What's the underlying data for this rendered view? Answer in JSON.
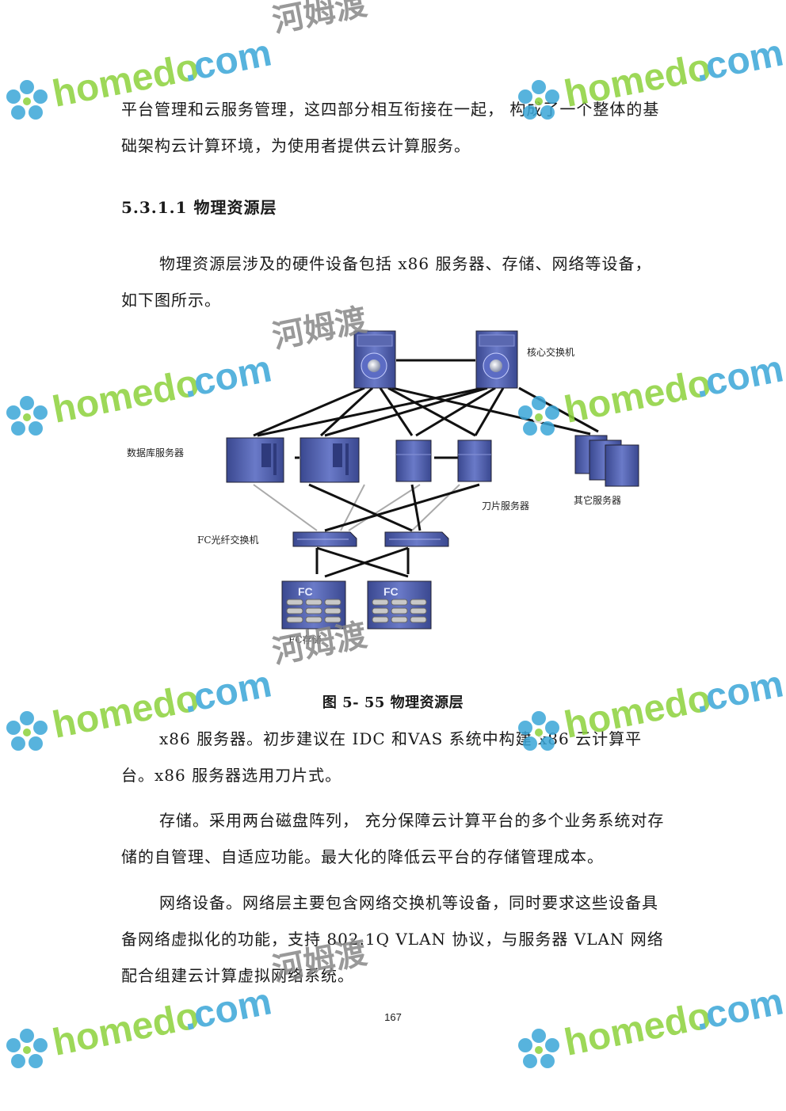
{
  "paragraphs": {
    "p1": "平台管理和云服务管理，这四部分相互衔接在一起，  构成了一个整体的基础架构云计算环境，为使用者提供云计算服务。",
    "p2": "物理资源层涉及的硬件设备包括 x86 服务器、存储、网络等设备，如下图所示。",
    "p3": "x86 服务器。初步建议在 IDC 和VAS 系统中构建 x86 云计算平台。x86 服务器选用刀片式。",
    "p4": "存储。采用两台磁盘阵列，  充分保障云计算平台的多个业务系统对存储的自管理、自适应功能。最大化的降低云平台的存储管理成本。",
    "p5": "网络设备。网络层主要包含网络交换机等设备，同时要求这些设备具备网络虚拟化的功能，支持 802.1Q VLAN 协议，与服务器 VLAN 网络配合组建云计算虚拟网络系统。"
  },
  "section_heading": "5.3.1.1 物理资源层",
  "figure": {
    "caption": "图 5- 55 物理资源层",
    "labels": {
      "core_switch": "核心交换机",
      "db_server": "数据库服务器",
      "blade_server": "刀片服务器",
      "other_server": "其它服务器",
      "fc_switch": "FC光纤交换机",
      "fc_storage": "FC存储",
      "fc_badge": "FC"
    }
  },
  "page_number": "167",
  "watermark": {
    "brand": "homedo",
    "domain_suffix": ".com",
    "chinese": "河姆渡"
  },
  "colors": {
    "device_blue": "#4a5aa8",
    "device_dark": "#2e3a7c",
    "watermark_green": "#8cd23c",
    "watermark_blue": "#3aa6d8"
  }
}
